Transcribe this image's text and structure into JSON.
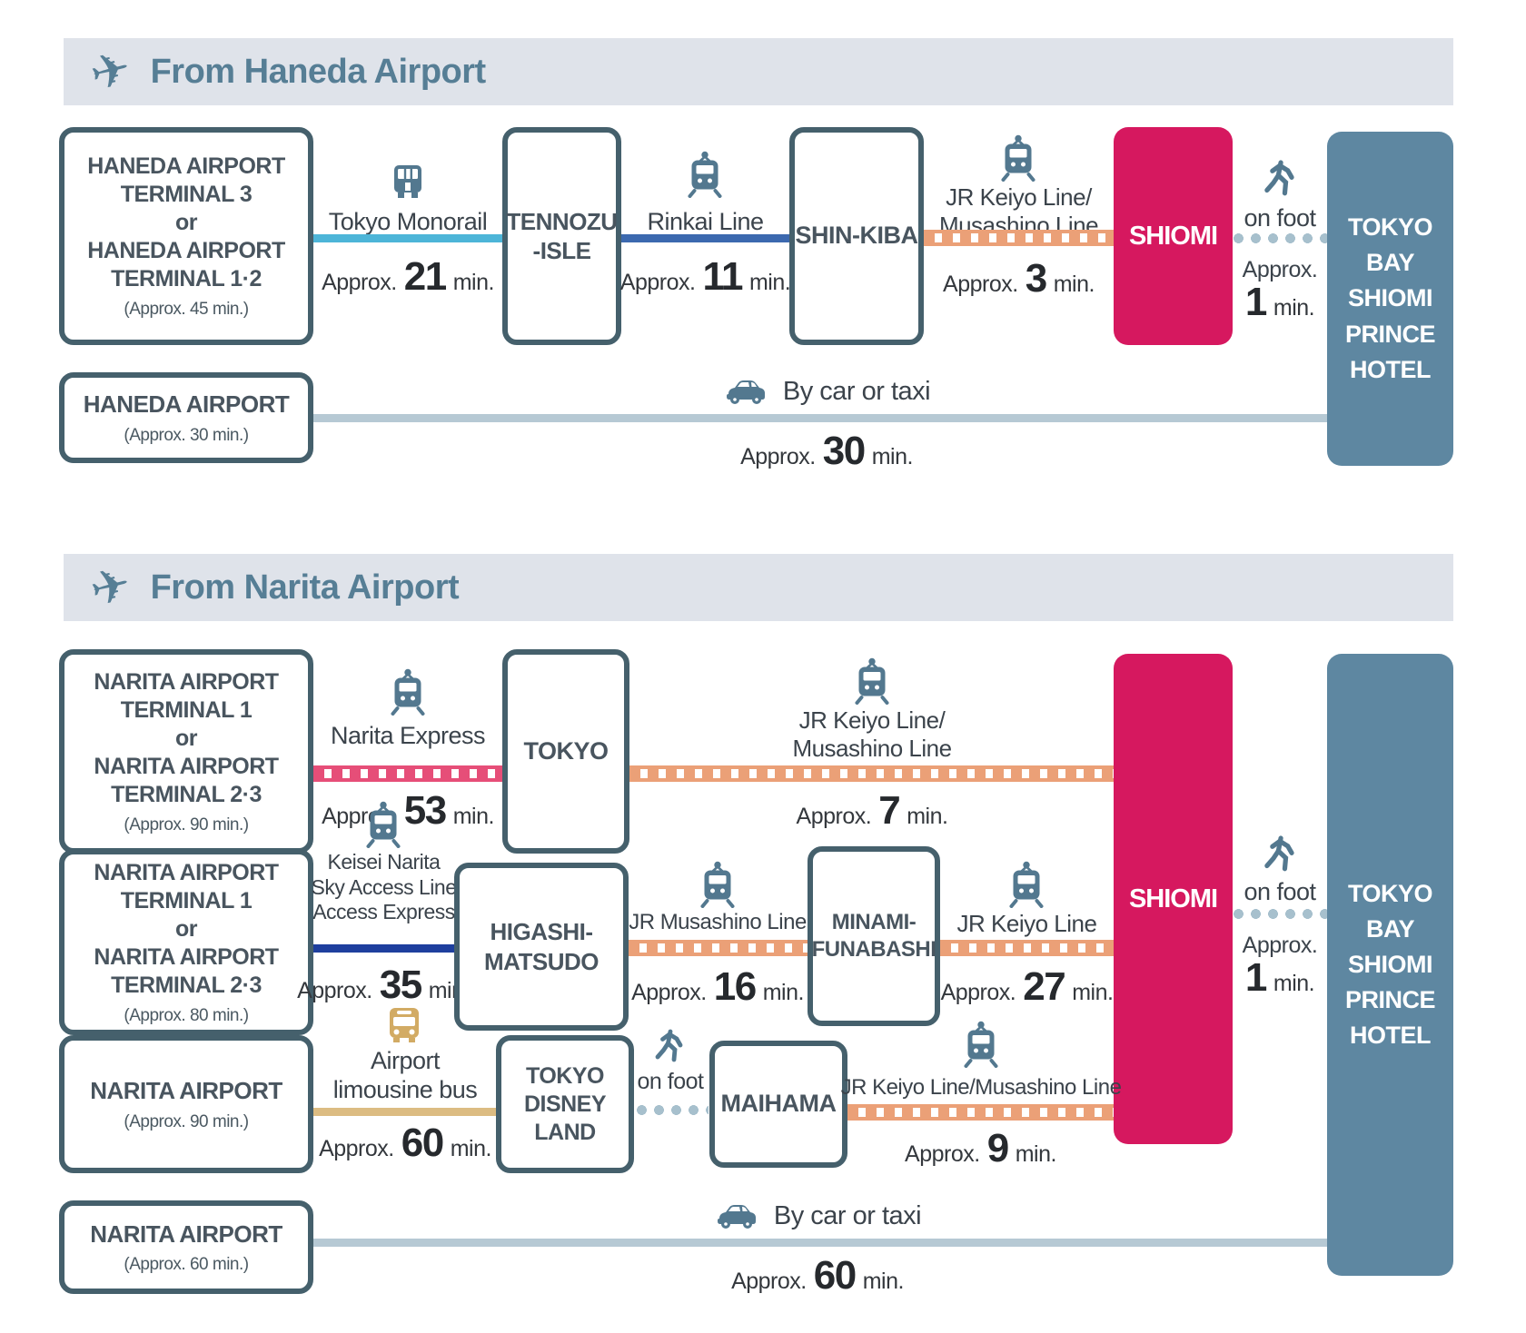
{
  "labels": {
    "approx": "Approx.",
    "min": "min.",
    "on_foot": "on foot",
    "by_car": "By car or taxi"
  },
  "colors": {
    "header_bg": "#dfe3ea",
    "header_text": "#567e95",
    "box_border": "#45606c",
    "shiomi_pink": "#d6185f",
    "hotel_slate": "#5e87a1",
    "monorail_line": "#4db5d8",
    "rinkai_line": "#3c69af",
    "jr_line": "#eba077",
    "narita_express_line": "#e64e78",
    "keisei_line": "#1e3f9e",
    "bus_line": "#dcbc82",
    "car_line": "#b6c9d4",
    "foot_dots": "#a7c0cd"
  },
  "haneda": {
    "title": "From Haneda Airport",
    "origin_rail": {
      "name": "HANEDA AIRPORT\nTERMINAL 3\nor\nHANEDA AIRPORT\nTERMINAL 1·2",
      "note": "(Approx. 45 min.)"
    },
    "monorail": {
      "name": "Tokyo Monorail",
      "mins": "21"
    },
    "tennozu": "TENNOZU\n-ISLE",
    "rinkai": {
      "name": "Rinkai Line",
      "mins": "11"
    },
    "shinkiba": "SHIN-KIBA",
    "jr": {
      "name": "JR Keiyo Line/\nMusashino Line",
      "mins": "3"
    },
    "shiomi": "SHIOMI",
    "walk": {
      "mins": "1"
    },
    "hotel": "TOKYO\nBAY\nSHIOMI\nPRINCE\nHOTEL",
    "origin_car": {
      "name": "HANEDA AIRPORT",
      "note": "(Approx. 30 min.)"
    },
    "car": {
      "mins": "30"
    }
  },
  "narita": {
    "title": "From Narita Airport",
    "origin1": {
      "name": "NARITA AIRPORT\nTERMINAL 1\nor\nNARITA AIRPORT\nTERMINAL 2·3",
      "note": "(Approx. 90 min.)"
    },
    "nex": {
      "name": "Narita Express",
      "mins": "53"
    },
    "tokyo": "TOKYO",
    "jr7": {
      "name": "JR Keiyo Line/\nMusashino Line",
      "mins": "7"
    },
    "origin2": {
      "name": "NARITA AIRPORT\nTERMINAL 1\nor\nNARITA AIRPORT\nTERMINAL 2·3",
      "note": "(Approx. 80 min.)"
    },
    "keisei": {
      "name": "Keisei Narita\nSky Access Line\nAccess Express",
      "mins": "35"
    },
    "higashi": "HIGASHI-\nMATSUDO",
    "musashino": {
      "name": "JR Musashino Line",
      "mins": "16"
    },
    "minami": "MINAMI-\nFUNABASHI",
    "keiyo": {
      "name": "JR Keiyo Line",
      "mins": "27"
    },
    "origin3": {
      "name": "NARITA AIRPORT",
      "note": "(Approx. 90 min.)"
    },
    "bus": {
      "name": "Airport\nlimousine bus",
      "mins": "60"
    },
    "disney": "TOKYO\nDISNEY\nLAND",
    "foot_mid": "on foot",
    "maihama": "MAIHAMA",
    "jr9": {
      "name": "JR Keiyo Line/Musashino Line",
      "mins": "9"
    },
    "shiomi": "SHIOMI",
    "walk": {
      "mins": "1"
    },
    "hotel": "TOKYO\nBAY\nSHIOMI\nPRINCE\nHOTEL",
    "origin4": {
      "name": "NARITA AIRPORT",
      "note": "(Approx. 60 min.)"
    },
    "car": {
      "mins": "60"
    }
  }
}
